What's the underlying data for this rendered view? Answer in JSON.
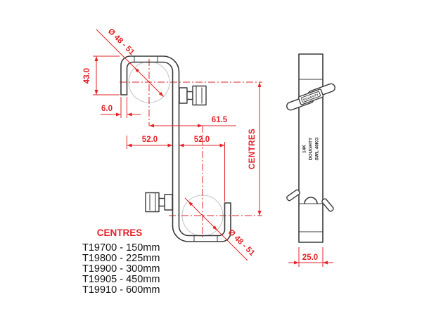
{
  "colors": {
    "dimension_red": "#e42328",
    "drawing_line": "#3a3a3a",
    "pipe_circle_gray": "#c7c7c7",
    "text_black": "#111111",
    "background": "#ffffff"
  },
  "front_view": {
    "dims": {
      "pipe_diameter_top": "Ø 48 - 51",
      "pipe_diameter_bottom": "Ø 48 - 51",
      "hook_depth": "43.0",
      "material_thickness": "6.0",
      "centre_offset": "61.5",
      "left_span": "52.0",
      "right_span": "52.0",
      "centres_label": "CENTRES"
    }
  },
  "side_view": {
    "bar_width": "25.0",
    "wingnut_brand": "DOUGHTY",
    "bar_markings": [
      "14K",
      "DOUGHTY",
      "SWL 40KG"
    ]
  },
  "parts_list": {
    "header": "CENTRES",
    "items": [
      "T19700 - 150mm",
      "T19800 - 225mm",
      "T19900 - 300mm",
      "T19905 - 450mm",
      "T19910 - 600mm"
    ]
  }
}
